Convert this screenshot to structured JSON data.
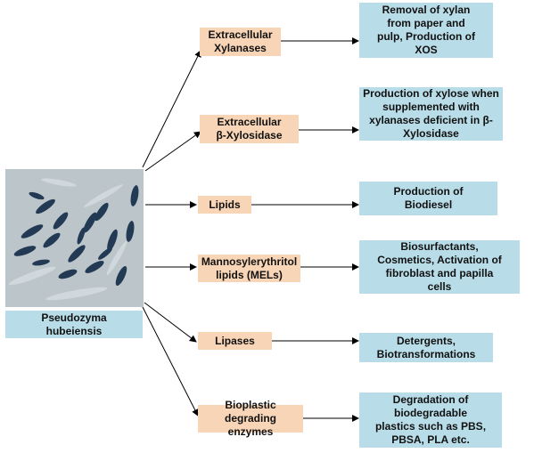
{
  "organism": {
    "name": "Pseudozyma\nhubeiensis",
    "image": "Pseudozyma hubeiensis microscopy image"
  },
  "colors": {
    "product_box": "#f8d5b6",
    "application_box": "#b9dde8",
    "arrow": "#000000"
  },
  "products": [
    {
      "label": "Extracellular\nXylanases",
      "application": "Removal of xylan\nfrom paper and\npulp, Production of\nXOS"
    },
    {
      "label": "Extracellular\nβ-Xylosidase",
      "application": "Production of xylose when\nsupplemented with\nxylanases deficient in β-\nXylosidase"
    },
    {
      "label": "Lipids",
      "application": "Production of\nBiodiesel"
    },
    {
      "label": "Mannosylerythritol\nlipids (MELs)",
      "application": "Biosurfactants,\nCosmetics, Activation of\nfibroblast and papilla\ncells"
    },
    {
      "label": "Lipases",
      "application": "Detergents,\nBiotransformations"
    },
    {
      "label": "Bioplastic degrading\nenzymes",
      "application": "Degradation of\nbiodegradable\nplastics such as PBS,\nPBSA, PLA etc."
    }
  ]
}
